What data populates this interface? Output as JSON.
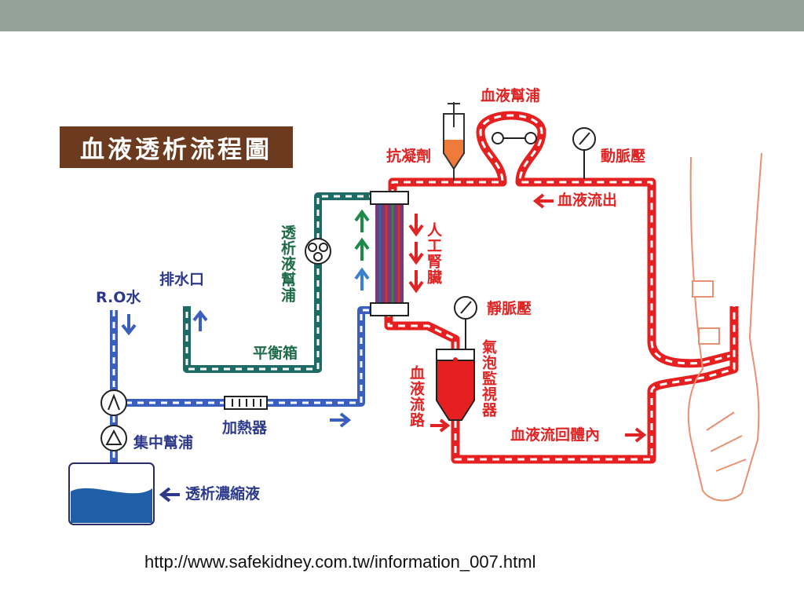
{
  "title": "血液透析流程圖",
  "labels": {
    "ro_water": "R.O水",
    "drain": "排水口",
    "dialysate_pump": "透析液幫浦",
    "balance_chamber": "平衡箱",
    "heater": "加熱器",
    "central_pump": "集中幫浦",
    "dialysate_concentrate": "透析濃縮液",
    "anticoagulant": "抗凝劑",
    "blood_pump": "血液幫浦",
    "arterial_pressure": "動脈壓",
    "blood_out": "血液流出",
    "artificial_kidney": "人工腎臟",
    "venous_pressure": "靜脈壓",
    "bubble_monitor": "氣泡監視器",
    "blood_circuit": "血液流路",
    "blood_return": "血液流回體內"
  },
  "source_url": "http://www.safekidney.com.tw/information_007.html",
  "colors": {
    "blood": "#e62020",
    "dialysate_in": "#3b5fbf",
    "dialysate_out": "#1e6b66",
    "title_bg": "#6b3a1f",
    "top_bar": "#95a29a"
  },
  "icons": [
    "pressure-gauge-icon",
    "pump-icon",
    "syringe-icon",
    "arrow-icon"
  ]
}
